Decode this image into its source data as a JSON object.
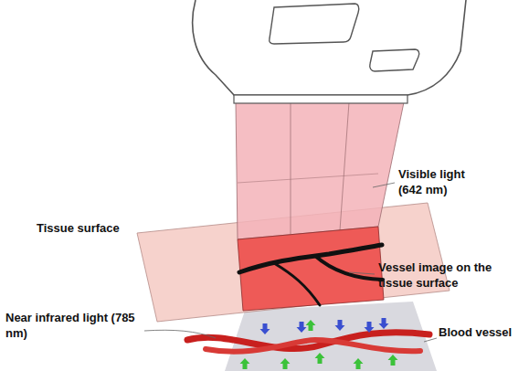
{
  "diagram": {
    "labels": [
      "Visible light (642 nm)",
      "Tissue surface",
      "Vessel image on the tissue surface",
      "Near infrared light (785 nm)",
      "Blood vessel"
    ]
  }
}
